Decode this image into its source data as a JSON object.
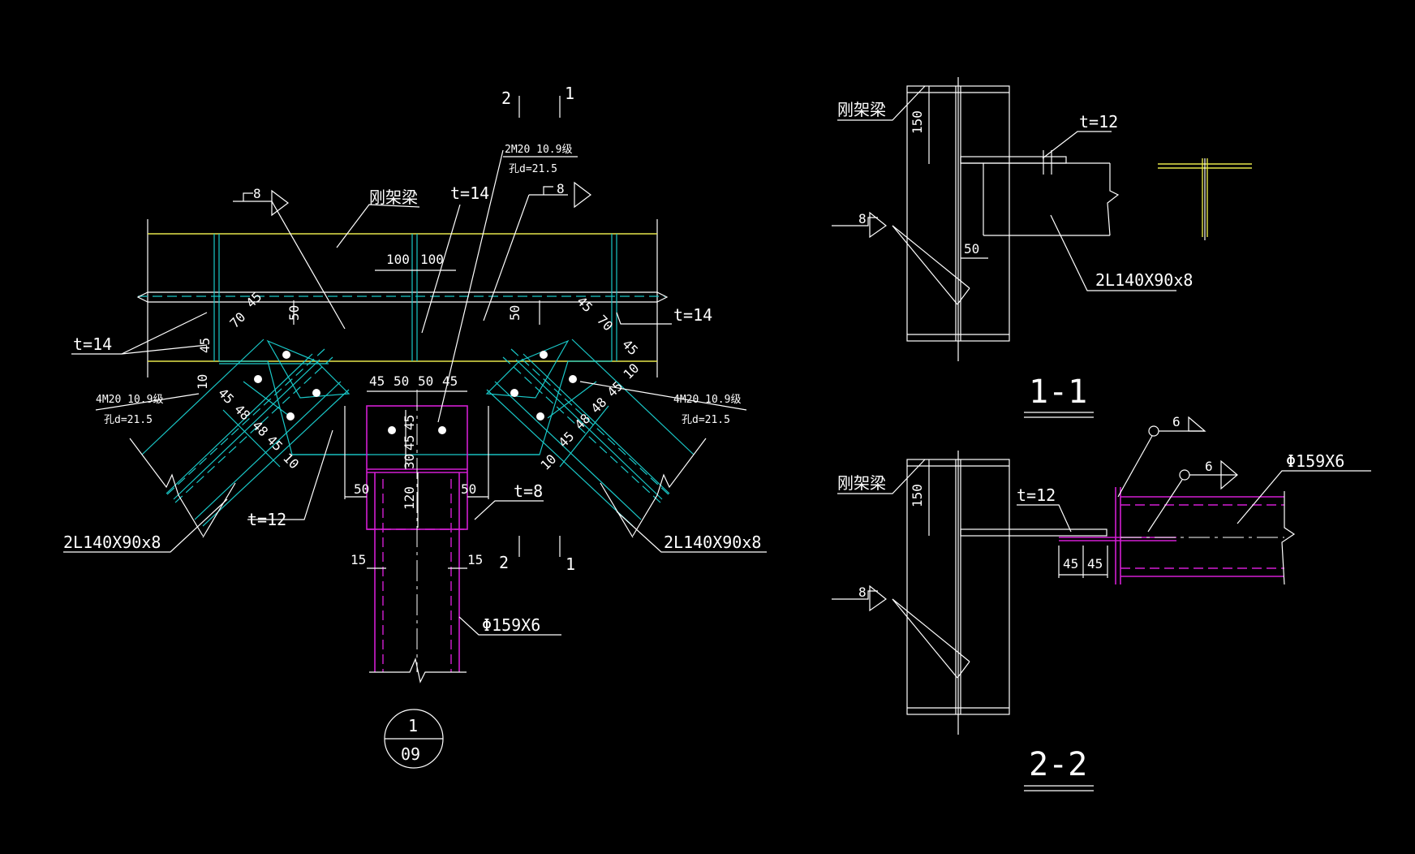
{
  "colors": {
    "background": "#000000",
    "lines": "#ffffff",
    "cyan": "#19c8c8",
    "yellow": "#e6e64a",
    "magenta": "#d21ed2"
  },
  "main": {
    "section_marks": {
      "top_2": "2",
      "top_1": "1",
      "bot_2": "2",
      "bot_1": "1"
    },
    "weld_top_left": "8",
    "weld_top_right": "8",
    "beam_label": "刚架梁",
    "plate_t14_center": "t=14",
    "plate_t14_left": "t=14",
    "plate_t14_right": "t=14",
    "bolts_top": {
      "line1": "2M20 10.9级",
      "line2": "孔d=21.5"
    },
    "bolts_left": {
      "line1": "4M20 10.9级",
      "line2": "孔d=21.5"
    },
    "bolts_right": {
      "line1": "4M20 10.9级",
      "line2": "孔d=21.5"
    },
    "dims": {
      "d100a": "100",
      "d100b": "100",
      "d50l": "50",
      "d50r": "50",
      "d45a": "45",
      "d50a": "50",
      "d50b": "50",
      "d45b": "45",
      "d45v1": "45",
      "d45v2": "45",
      "d30": "30",
      "d120": "120",
      "d50bl": "50",
      "d50br": "50",
      "d15l": "15",
      "d15r": "15",
      "l70a": "70",
      "l45a": "45",
      "l45b": "45",
      "l10a": "10",
      "l45c": "45",
      "l48a": "48",
      "l48b": "48",
      "l45d": "45",
      "l10b": "10",
      "r45a": "45",
      "r70a": "70",
      "r45b": "45",
      "r10a": "10",
      "r45c": "45",
      "r48a": "48",
      "r48b": "48",
      "r45d": "45",
      "r10b": "10"
    },
    "plate_t12": "t=12",
    "plate_t8": "t=8",
    "angle_left": "2L140X90x8",
    "angle_right": "2L140X90x8",
    "pipe": "Φ159X6",
    "detail_number": "1",
    "sheet_number": "09"
  },
  "section_1_1": {
    "beam_label": "刚架梁",
    "dim_150": "150",
    "plate": "t=12",
    "weld": "8",
    "dim_50": "50",
    "angle": "2L140X90x8",
    "title": "1-1"
  },
  "section_2_2": {
    "beam_label": "刚架梁",
    "dim_150": "150",
    "plate": "t=12",
    "weld": "8",
    "weld_6a": "6",
    "weld_6b": "6",
    "pipe": "Φ159X6",
    "dim_45a": "45",
    "dim_45b": "45",
    "title": "2-2"
  }
}
